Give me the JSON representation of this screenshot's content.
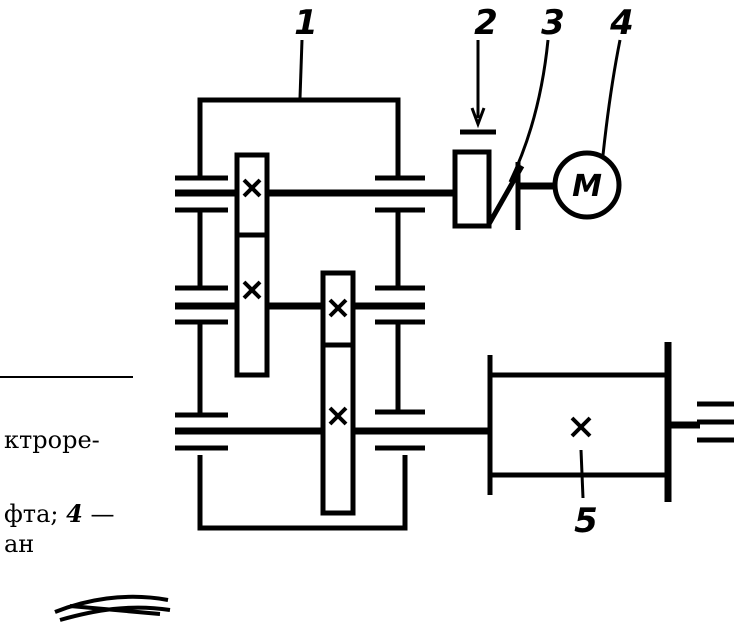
{
  "diagram": {
    "callouts": [
      "1",
      "2",
      "3",
      "4",
      "5"
    ],
    "motor_symbol": "M"
  },
  "caption_fragments": {
    "line1": "ктроре-",
    "line2_prefix": "фта;",
    "line2_number": "4",
    "line2_dash": "—",
    "line3": "ан"
  }
}
